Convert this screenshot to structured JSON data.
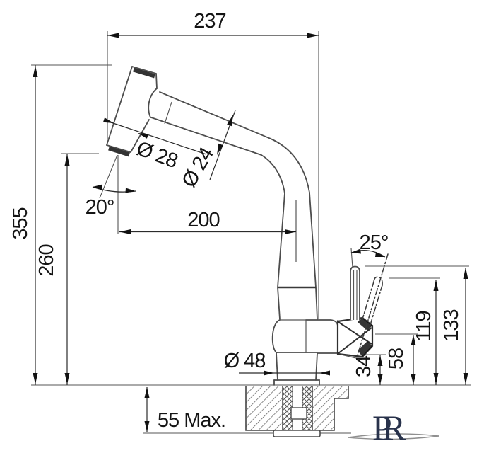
{
  "drawing": {
    "type": "technical-dimension-drawing",
    "subject": "pull-out-kitchen-faucet-side-view"
  },
  "dim": {
    "width_top": "237",
    "height_total": "355",
    "height_spout": "260",
    "angle_head": "20°",
    "reach": "200",
    "dia_head": "Ø 28",
    "dia_tube": "Ø 24",
    "angle_lever": "25°",
    "dia_base": "Ø 48",
    "h_body_low": "34",
    "h_body_top": "58",
    "h_lever_tilted": "119",
    "h_lever_up": "133",
    "counter_max": "55 Max."
  },
  "watermark": {
    "text": "PR"
  },
  "colors": {
    "background": "#ffffff",
    "object_line": "#4d4d4d",
    "dimension_line": "#2b2b2b",
    "label_text": "#141414",
    "hatch": "#555555",
    "logo": "#28324b",
    "swoosh": "#8f8f8f"
  }
}
